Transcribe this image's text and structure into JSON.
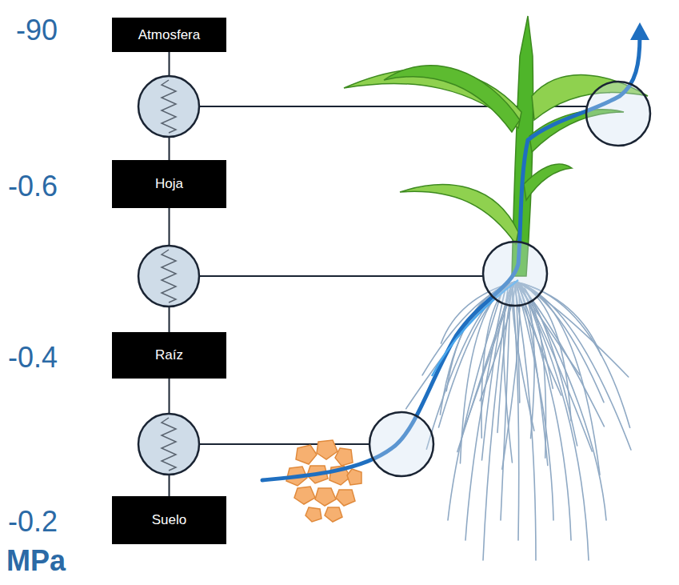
{
  "diagram": {
    "nodes": [
      {
        "text": [
          "Atmosfera"
        ]
      },
      {
        "text": [
          "Hoja"
        ]
      },
      {
        "text": [
          "Raíz"
        ]
      },
      {
        "text": [
          "Suelo"
        ]
      }
    ],
    "edges": [
      {
        "from": 0,
        "to": 1,
        "arrow": "none"
      },
      {
        "from": 1,
        "to": 2,
        "arrow": "none"
      },
      {
        "from": 2,
        "to": 3,
        "arrow": "none"
      }
    ],
    "labels": [
      "-90",
      "-0.6",
      "-0.4",
      "-0.2",
      "MPa"
    ]
  }
}
